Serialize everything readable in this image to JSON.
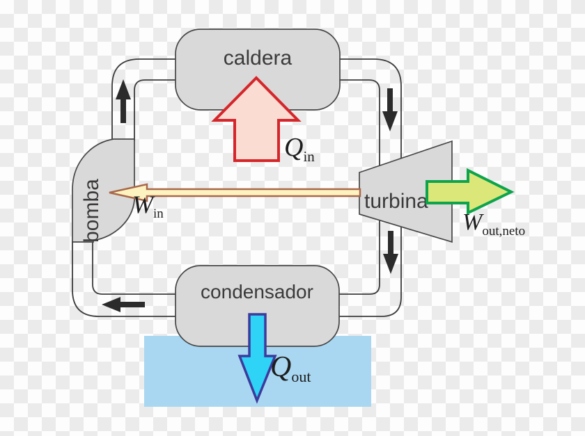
{
  "diagram": {
    "components": {
      "boiler": "caldera",
      "turbine": "turbina",
      "condenser": "condensador",
      "pump": "bomba"
    },
    "energy_labels": {
      "heat_in": {
        "symbol": "Q",
        "subscript": "in"
      },
      "work_in": {
        "symbol": "W",
        "subscript": "in"
      },
      "heat_out": {
        "symbol": "Q",
        "subscript": "out"
      },
      "work_out_net": {
        "symbol": "W",
        "subscript": "out,neto"
      }
    },
    "colors": {
      "component_fill": "#d9d9d9",
      "heat_in_fill": "#fadcd2",
      "heat_in_stroke": "#d5262b",
      "heat_out_fill": "#2ed3f6",
      "heat_out_stroke": "#3c3b9d",
      "work_out_fill": "#dce77a",
      "work_out_stroke": "#0da44b",
      "work_in_fill": "#fdf3c0",
      "work_in_stroke": "#a9674a",
      "water": "#a9d7f1"
    }
  }
}
